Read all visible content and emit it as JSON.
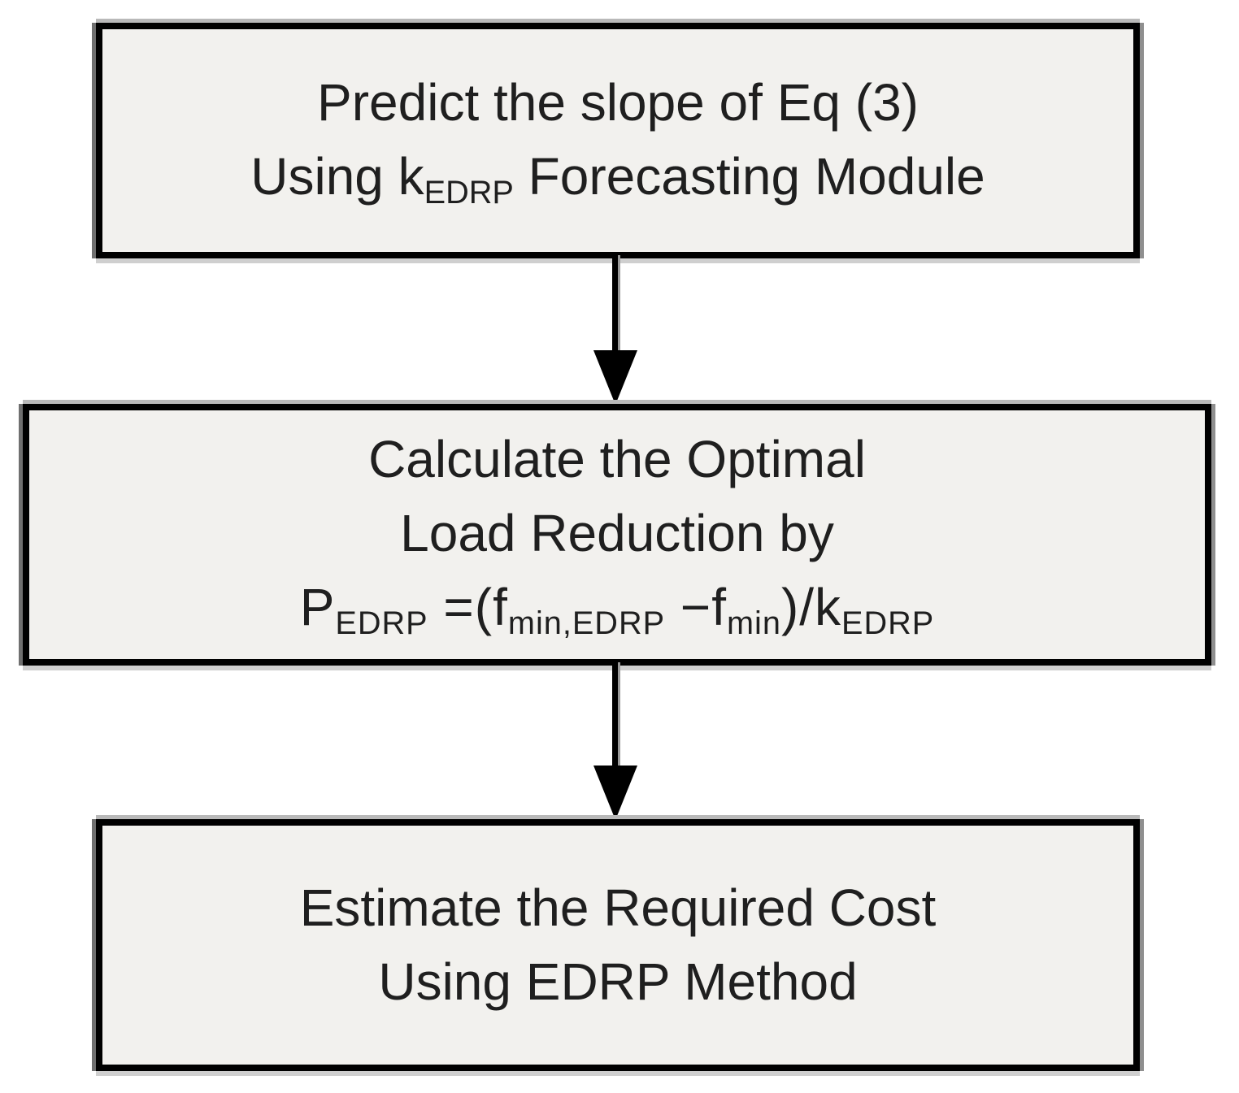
{
  "diagram": {
    "type": "flowchart",
    "colors": {
      "background": "#ffffff",
      "box_fill": "#f2f1ee",
      "box_border": "#000000",
      "box_shadow": "#8f8f8f",
      "arrow": "#000000",
      "text": "#1f1f1f"
    },
    "boxes": [
      {
        "id": "predict-slope",
        "line1": "Predict the slope of Eq (3)",
        "line2": [
          {
            "text": "Using k",
            "style": "normal"
          },
          {
            "text": "EDRP",
            "style": "sub"
          },
          {
            "text": " Forecasting Module",
            "style": "normal"
          }
        ]
      },
      {
        "id": "calculate-load-reduction",
        "line1": "Calculate the Optimal",
        "line2": "Load Reduction by",
        "formula": [
          {
            "text": "P",
            "style": "normal"
          },
          {
            "text": "EDRP",
            "style": "sub"
          },
          {
            "text": " =(f",
            "style": "normal"
          },
          {
            "text": "min,EDRP",
            "style": "sub"
          },
          {
            "text": " −f",
            "style": "normal"
          },
          {
            "text": "min",
            "style": "sub"
          },
          {
            "text": ")/k",
            "style": "normal"
          },
          {
            "text": "EDRP",
            "style": "sub"
          }
        ]
      },
      {
        "id": "estimate-cost",
        "line1": "Estimate the Required Cost",
        "line2": "Using EDRP Method"
      }
    ],
    "arrows": [
      {
        "id": "arrow-1",
        "direction": "down",
        "from": "predict-slope",
        "to": "calculate-load-reduction"
      },
      {
        "id": "arrow-2",
        "direction": "down",
        "from": "calculate-load-reduction",
        "to": "estimate-cost"
      }
    ]
  }
}
